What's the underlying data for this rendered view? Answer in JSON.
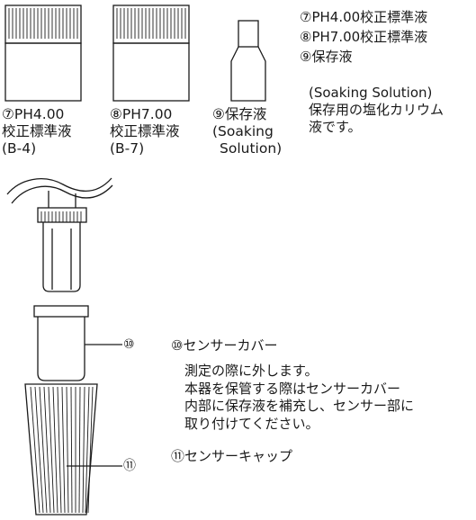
{
  "bottles": [
    {
      "num": "⑦",
      "lines": [
        "PH4.00",
        "校正標準液",
        "(B-4)"
      ]
    },
    {
      "num": "⑧",
      "lines": [
        "PH7.00",
        "校正標準液",
        "(B-7)"
      ]
    },
    {
      "num": "⑨",
      "lines": [
        "保存液",
        "(Soaking",
        "Solution)"
      ]
    }
  ],
  "legend_top": {
    "items": [
      {
        "num": "⑦",
        "text": "PH4.00校正標準液"
      },
      {
        "num": "⑧",
        "text": "PH7.00校正標準液"
      },
      {
        "num": "⑨",
        "text": "保存液"
      }
    ],
    "note_lines": [
      "(Soaking Solution)",
      "保存用の塩化カリウム",
      "液です。"
    ]
  },
  "sensor_cover": {
    "callout_num": "⑩",
    "title": "⑩センサーカバー",
    "desc_lines": [
      "測定の際に外します。",
      "本器を保管する際はセンサーカバー",
      "内部に保存液を補充し、センサー部に",
      "取り付けてください。"
    ]
  },
  "sensor_cap": {
    "callout_num": "⑪",
    "title": "⑪センサーキャップ"
  },
  "colors": {
    "ink": "#1a1a1a",
    "background": "#ffffff"
  }
}
